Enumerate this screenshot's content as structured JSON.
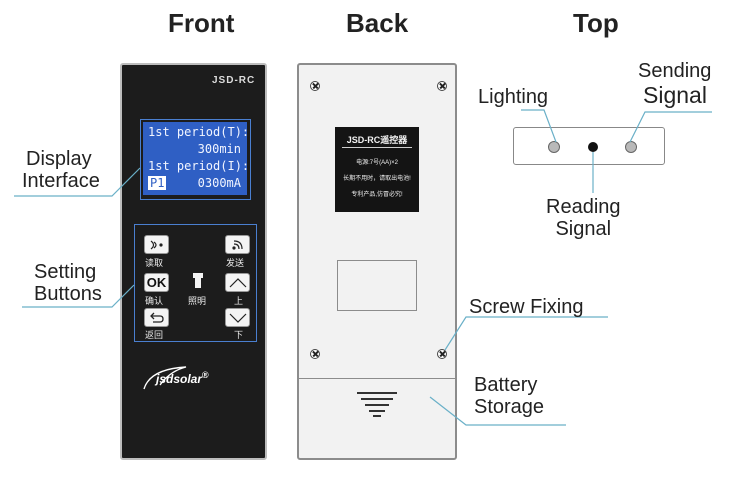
{
  "headings": {
    "front": "Front",
    "back": "Back",
    "top": "Top"
  },
  "front": {
    "model": "JSD-RC",
    "lcd": {
      "line1": "1st period(T):",
      "line2": "300min",
      "line3": "1st period(I):",
      "line4_badge": "P1",
      "line4_value": "0300mA"
    },
    "buttons": {
      "read": {
        "caption": "读取"
      },
      "send": {
        "caption": "发送"
      },
      "ok": {
        "label": "OK",
        "caption": "确认"
      },
      "light": {
        "caption": "照明"
      },
      "up": {
        "caption": "上"
      },
      "back": {
        "caption": "返回"
      },
      "down": {
        "caption": "下"
      }
    },
    "logo": {
      "text": "jsdsolar",
      "mark": "®"
    }
  },
  "back": {
    "label": {
      "title": "JSD-RC遥控器",
      "line1": "电源:7号(AA)×2",
      "line2": "长期不用时，请取出电池!",
      "line3": "专利产品,仿冒必究!"
    }
  },
  "callouts": {
    "display_interface": [
      "Display",
      "Interface"
    ],
    "setting_buttons": [
      "Setting",
      "Buttons"
    ],
    "screw_fixing": "Screw Fixing",
    "battery_storage": [
      "Battery",
      "Storage"
    ],
    "lighting": "Lighting",
    "sending_signal": [
      "Sending",
      "Signal"
    ],
    "reading_signal": [
      "Reading",
      "Signal"
    ]
  },
  "colors": {
    "lcd": "#2f5fc4",
    "body_front": "#1c1c1c",
    "body_back": "#f2f2f2",
    "leader": "#6ab0c8"
  }
}
